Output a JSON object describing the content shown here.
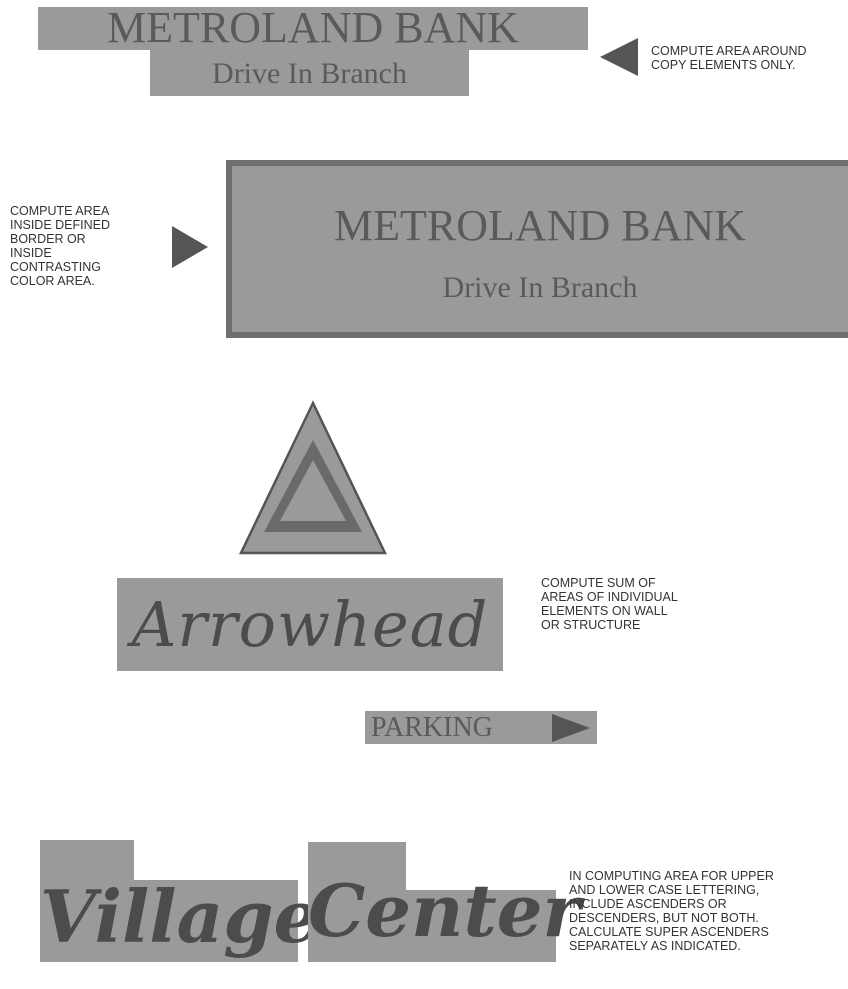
{
  "example1": {
    "title": "METROLAND BANK",
    "subtitle": "Drive In Branch",
    "note": "COMPUTE AREA AROUND\nCOPY ELEMENTS ONLY."
  },
  "example2": {
    "title": "METROLAND BANK",
    "subtitle": "Drive In Branch",
    "note": "COMPUTE AREA\nINSIDE DEFINED\nBORDER OR\nINSIDE\nCONTRASTING\nCOLOR AREA."
  },
  "example3": {
    "script_text": "Arrowhead",
    "parking_text": "PARKING",
    "note": "COMPUTE SUM OF\nAREAS OF INDIVIDUAL\nELEMENTS ON WALL\nOR STRUCTURE"
  },
  "example4": {
    "word1": "Village",
    "word2": "Center",
    "note": "IN COMPUTING AREA FOR UPPER\nAND LOWER CASE LETTERING,\nINCLUDE ASCENDERS OR\nDESCENDERS, BUT NOT BOTH.\nCALCULATE SUPER ASCENDERS\nSEPARATELY AS INDICATED."
  },
  "colors": {
    "panel": "#9a9a9a",
    "text": "#5a5a5a",
    "marker": "#555555"
  }
}
